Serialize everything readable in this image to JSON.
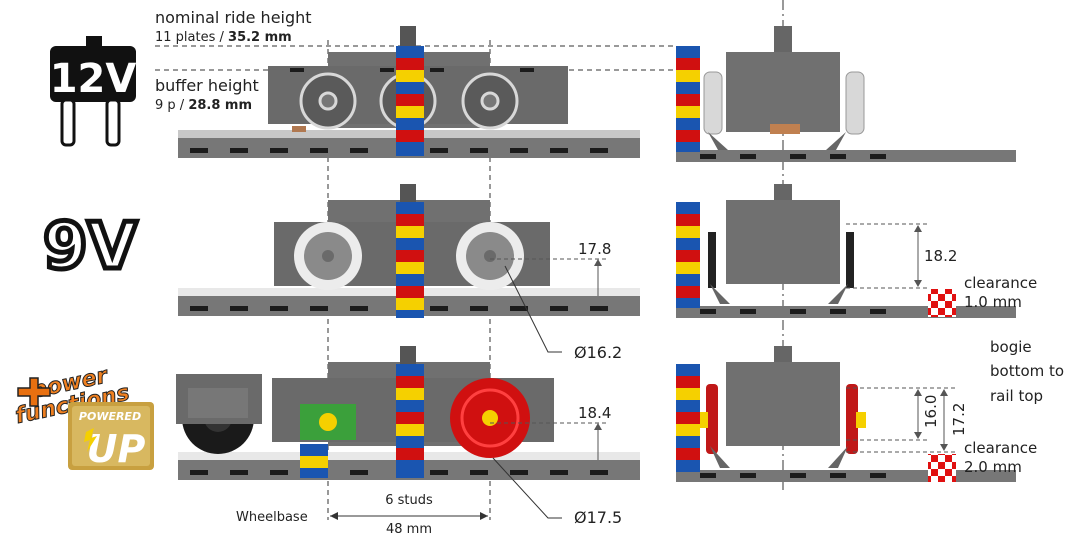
{
  "logos": {
    "v12": "12V",
    "v9": "9V",
    "pf_line1": "power",
    "pf_line2": "functions",
    "up_line1": "POWERED",
    "up_line2": "UP"
  },
  "annotations": {
    "ride_title": "nominal ride height",
    "ride_prefix": "11 plates / ",
    "ride_value": "35.2 mm",
    "buffer_title": "buffer height",
    "buffer_prefix": "9 p / ",
    "buffer_value": "28.8 mm",
    "h_9v": "17.8",
    "h_9v_side": "18.2",
    "clear_label": "clearance",
    "clear_9v": "1.0 mm",
    "dia_9v": "Ø16.2",
    "h_pf": "18.4",
    "bogie_1": "bogie",
    "bogie_2": "bottom to",
    "bogie_3": "rail top",
    "h_pf_16": "16.0",
    "h_pf_172": "17.2",
    "clear_pf": "2.0 mm",
    "dia_pf": "Ø17.5",
    "wheelbase": "Wheelbase",
    "studs": "6 studs",
    "mm": "48 mm"
  },
  "colors": {
    "body": "#707070",
    "body_dark": "#4e4e4e",
    "plate": "#777777",
    "stud": "#1b1b1b",
    "rail_white": "#e8e8e8",
    "red": "#d01010",
    "yellow": "#f5d000",
    "blue": "#1a55b0",
    "green": "#3ba03b",
    "gold": "#c8a040"
  }
}
